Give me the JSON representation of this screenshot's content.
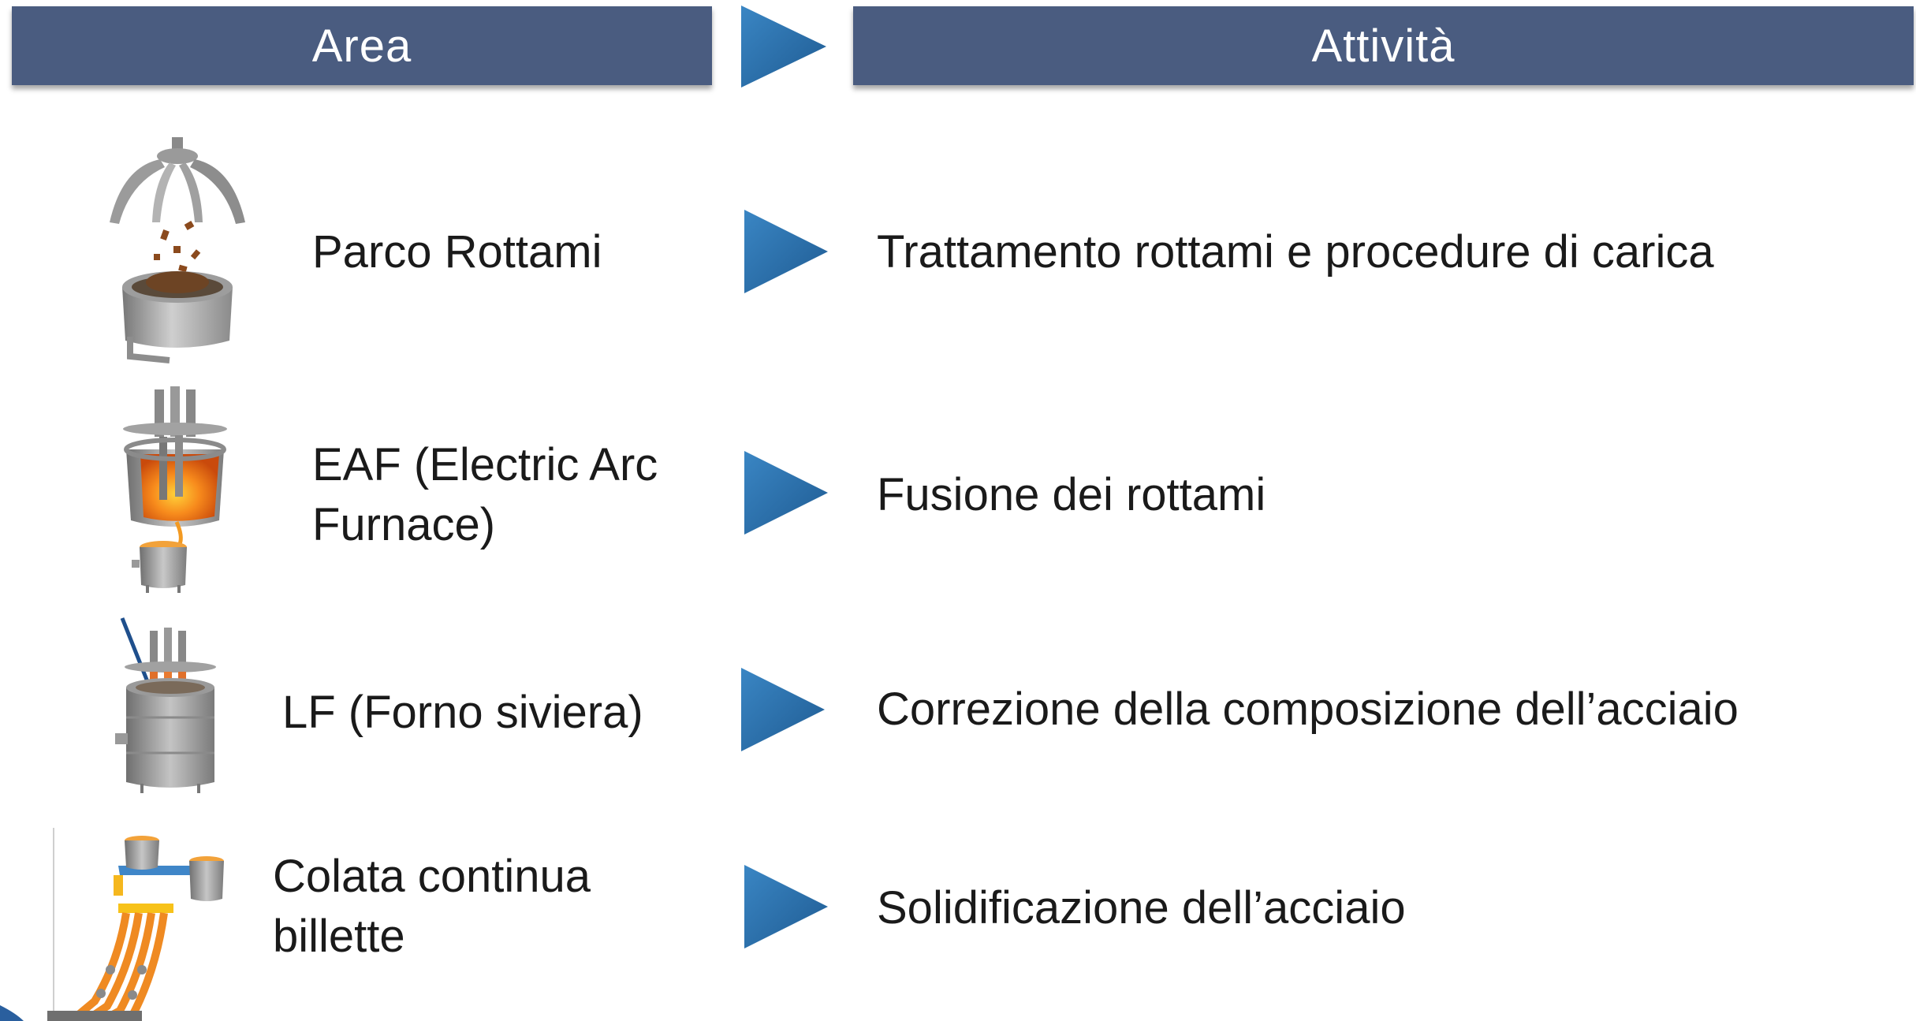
{
  "header": {
    "area_label": "Area",
    "activity_label": "Attività"
  },
  "colors": {
    "header_bg": "#4a5c80",
    "arrow": "#2e6fa8",
    "molten": "#f07a18",
    "equipment": "#a8a8a8"
  },
  "rows": [
    {
      "area": [
        "Parco Rottami"
      ],
      "activity": "Trattamento rottami e procedure di carica",
      "icon": "scrap-grapple-icon"
    },
    {
      "area": [
        "EAF (Electric Arc",
        "Furnace)"
      ],
      "activity": "Fusione dei rottami",
      "icon": "electric-arc-furnace-icon"
    },
    {
      "area": [
        "LF (Forno siviera)"
      ],
      "activity": "Correzione della composizione dell’acciaio",
      "icon": "ladle-furnace-icon"
    },
    {
      "area": [
        "Colata continua",
        "billette"
      ],
      "activity": "Solidificazione dell’acciaio",
      "icon": "continuous-caster-icon"
    }
  ]
}
